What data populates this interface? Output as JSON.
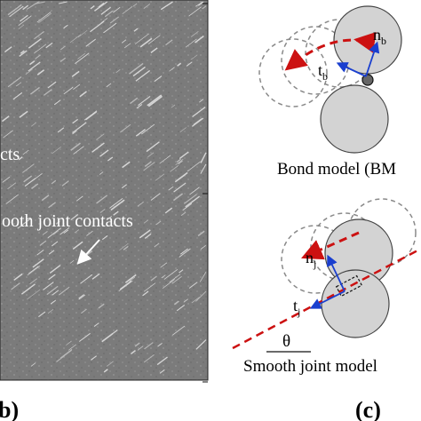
{
  "panel_b": {
    "label": "b)",
    "annotations": {
      "contacts_text": "cts",
      "smooth_joint_text": "ooth joint contacts"
    }
  },
  "panel_c": {
    "label": "(c)",
    "bond_model": {
      "title": "Bond model (BM",
      "normal_label": "n",
      "normal_sub": "b",
      "tangent_label": "t",
      "tangent_sub": "b"
    },
    "smooth_joint_model": {
      "title": "Smooth joint model",
      "normal_label": "n",
      "normal_sub": "j",
      "tangent_label": "t",
      "tangent_sub": "j",
      "angle_label": "θ"
    }
  },
  "colors": {
    "micro_bg": "#7a7a7a",
    "particle_fill": "#d3d3d3",
    "arrow_red": "#cc1111",
    "vector_blue": "#1a3fcf",
    "dashed_gray": "#8a8a8a"
  }
}
